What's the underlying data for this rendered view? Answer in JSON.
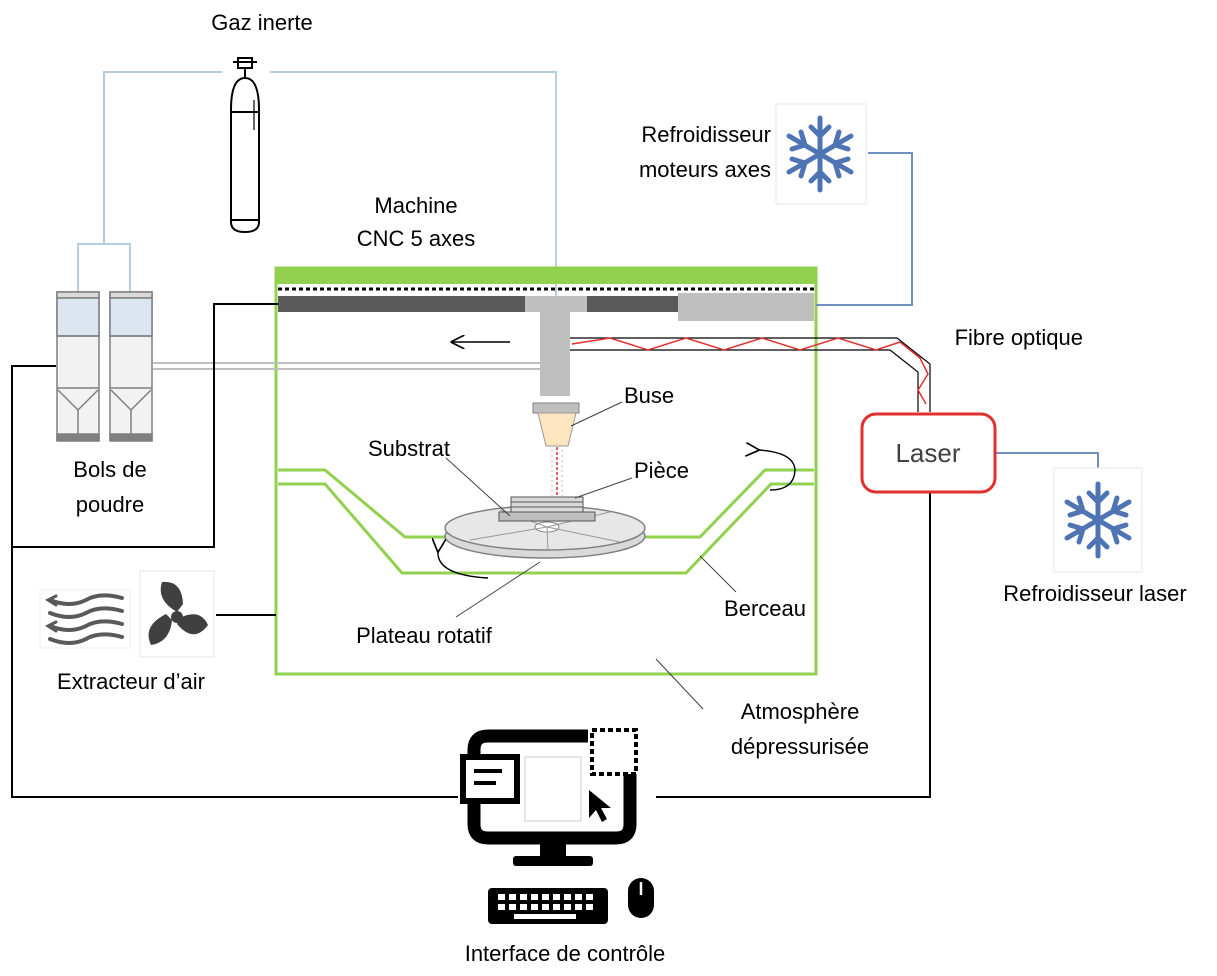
{
  "labels": {
    "gas": "Gaz inerte",
    "machine_line1": "Machine",
    "machine_line2": "CNC 5 axes",
    "chiller_axes_line1": "Refroidisseur",
    "chiller_axes_line2": "moteurs axes",
    "fiber": "Fibre optique",
    "nozzle": "Buse",
    "substrate": "Substrat",
    "part": "Pièce",
    "laser": "Laser",
    "powder_line1": "Bols de",
    "powder_line2": "poudre",
    "table": "Plateau rotatif",
    "cradle": "Berceau",
    "chiller_laser": "Refroidisseur laser",
    "extractor": "Extracteur d’air",
    "atmosphere_line1": "Atmosphère",
    "atmosphere_line2": "dépressurisée",
    "control": "Interface de contrôle"
  },
  "icons": {
    "gas": "gas-cylinder-icon",
    "chiller": "snowflake-icon",
    "fan": "fan-icon",
    "air": "airflow-icon",
    "computer": "computer-monitor-icon",
    "keyboard": "keyboard-icon",
    "mouse": "mouse-icon"
  },
  "colors": {
    "machine_frame": "#92d050",
    "gas_line": "#b4cce4",
    "chiller_line": "#6f8fbf",
    "laser_frame": "#e03030",
    "laser_beam": "#e03030",
    "snowflake": "#4f74b4",
    "wire": "#000000"
  }
}
